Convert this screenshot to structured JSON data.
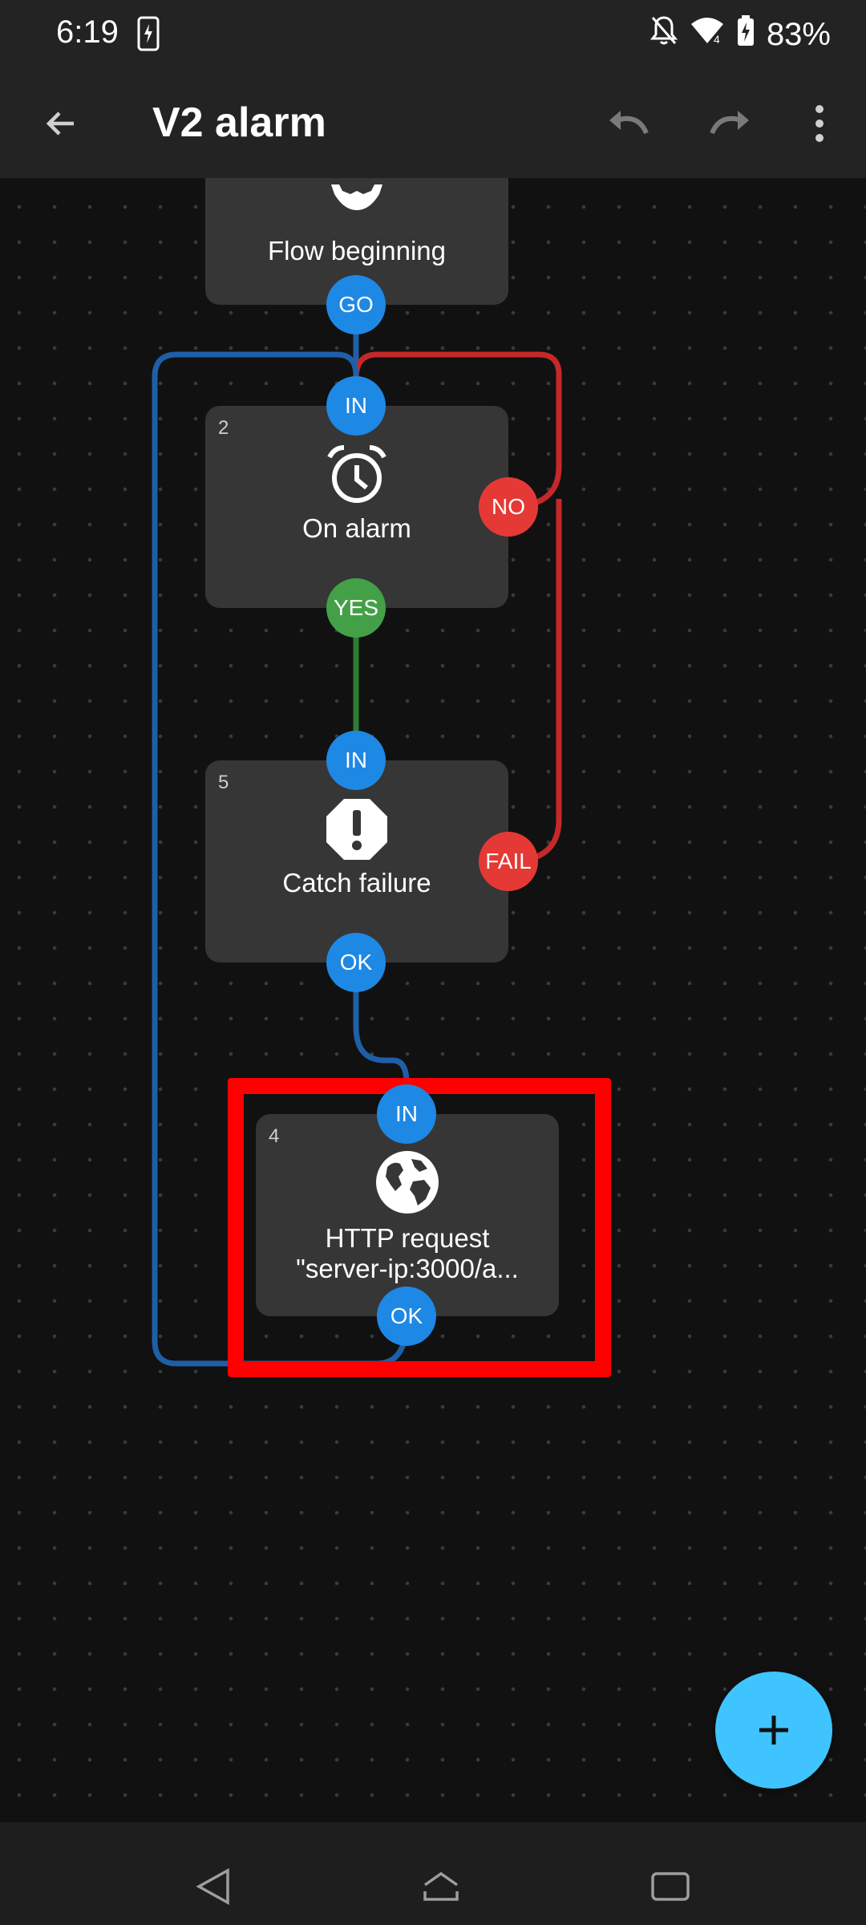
{
  "status_bar": {
    "time": "6:19",
    "battery": "83%"
  },
  "app_bar": {
    "title": "V2 alarm"
  },
  "flow": {
    "nodes": [
      {
        "id": "flow-beginning",
        "label": "Flow beginning",
        "icon": "gear-icon",
        "ports": [
          "GO"
        ]
      },
      {
        "id": "on-alarm",
        "number": "2",
        "label": "On alarm",
        "icon": "alarm-clock-icon",
        "ports": [
          "IN",
          "NO",
          "YES"
        ]
      },
      {
        "id": "catch-failure",
        "number": "5",
        "label": "Catch failure",
        "icon": "warning-octagon-icon",
        "ports": [
          "IN",
          "FAIL",
          "OK"
        ]
      },
      {
        "id": "http-request",
        "number": "4",
        "label_line1": "HTTP request",
        "label_line2": "\"server-ip:3000/a...",
        "icon": "globe-icon",
        "ports": [
          "IN",
          "OK"
        ],
        "selected": true
      }
    ],
    "port_labels": {
      "go": "GO",
      "in": "IN",
      "no": "NO",
      "yes": "YES",
      "fail": "FAIL",
      "ok": "OK"
    }
  },
  "colors": {
    "bar": "#232323",
    "canvas": "#111111",
    "node": "#363636",
    "port_blue": "#1e88e5",
    "port_red": "#e53935",
    "port_green": "#43a047",
    "wire_blue": "#1e5fa8",
    "wire_red": "#c62828",
    "wire_green": "#2e7d32",
    "selection": "#ff0000",
    "fab": "#40c4ff"
  },
  "fab": {
    "icon": "plus-icon"
  },
  "nav_bar": {
    "icons": [
      "back-triangle-icon",
      "home-icon",
      "recents-icon"
    ]
  }
}
